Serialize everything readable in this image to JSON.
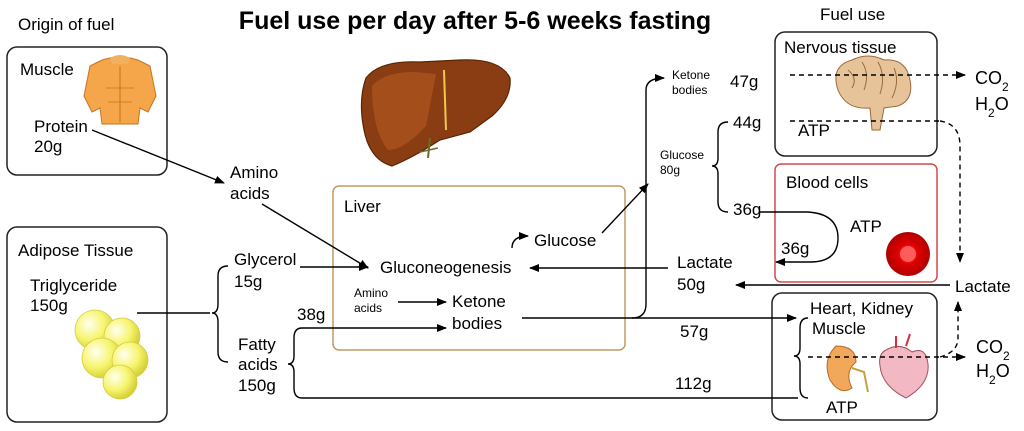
{
  "title": "Fuel use per day after 5-6 weeks fasting",
  "origin_header": "Origin of fuel",
  "fueluse_header": "Fuel use",
  "muscle": {
    "label": "Muscle",
    "protein": "Protein",
    "protein_amount": "20g"
  },
  "adipose": {
    "label": "Adipose Tissue",
    "trig": "Triglyceride",
    "trig_amount": "150g"
  },
  "amino_acids": {
    "line1": "Amino",
    "line2": "acids"
  },
  "glycerol": {
    "label": "Glycerol",
    "amount": "15g"
  },
  "fatty_acids": {
    "line1": "Fatty",
    "line2": "acids",
    "amount": "150g"
  },
  "liver": {
    "label": "Liver",
    "glucose": "Glucose",
    "gluconeo": "Gluconeogenesis",
    "amino_line1": "Amino",
    "amino_line2": "acids",
    "ketone_line1": "Ketone",
    "ketone_line2": "bodies",
    "fa_to_ketone": "38g"
  },
  "ketone_output": {
    "line1": "Ketone",
    "line2": "bodies",
    "to_nervous": "47g"
  },
  "glucose_output": {
    "line1": "Glucose",
    "line2": "80g",
    "to_nervous": "44g",
    "to_blood": "36g"
  },
  "nervous": {
    "label": "Nervous tissue",
    "atp": "ATP",
    "co2_prefix": "CO",
    "co2_sub": "2",
    "h2o_prefix": "H",
    "h2o_sub": "2",
    "h2o_suffix": "O"
  },
  "blood": {
    "label": "Blood cells",
    "atp": "ATP",
    "return_amount": "36g"
  },
  "lactate_center": {
    "label": "Lactate",
    "amount": "50g"
  },
  "lactate_right": "Lactate",
  "heart": {
    "line1": "Heart, Kidney",
    "line2": "Muscle",
    "ketone_amount": "57g",
    "fa_amount": "112g",
    "atp": "ATP",
    "co2_prefix": "CO",
    "co2_sub": "2",
    "h2o_prefix": "H",
    "h2o_sub": "2",
    "h2o_suffix": "O"
  },
  "colors": {
    "liver_box": "#c39a63",
    "blood_box": "#d64a4a",
    "fat_yellow": "#f4f27a",
    "liver_brown": "#8a3d12",
    "muscle_orange": "#f5a54a",
    "brain": "#e7c39a",
    "blood_cell": "#e00000"
  },
  "icons": [
    "muscle-torso-icon",
    "fat-droplets-icon",
    "liver-icon",
    "brain-icon",
    "kidney-icon",
    "heart-icon",
    "red-blood-cell-icon"
  ]
}
